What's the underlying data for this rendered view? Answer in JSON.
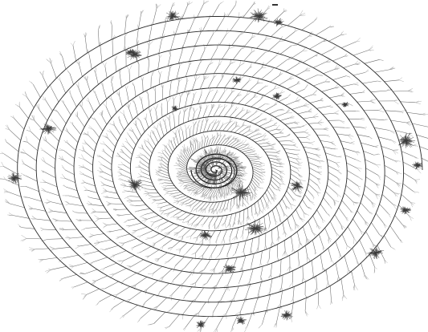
{
  "diagram": {
    "type": "spiral-tree-layout",
    "spiral_direction": "clockwise-outward",
    "colors": {
      "background": "#ffffff",
      "backbone": "#2a2a2a",
      "branch": "#6a6a6a",
      "leaf_fan": "#9a9a9a",
      "cluster_dark": "#3a3a3a",
      "cluster_mid": "#777777"
    },
    "marker": {
      "shape": "short-dash",
      "color": "#000000"
    }
  }
}
